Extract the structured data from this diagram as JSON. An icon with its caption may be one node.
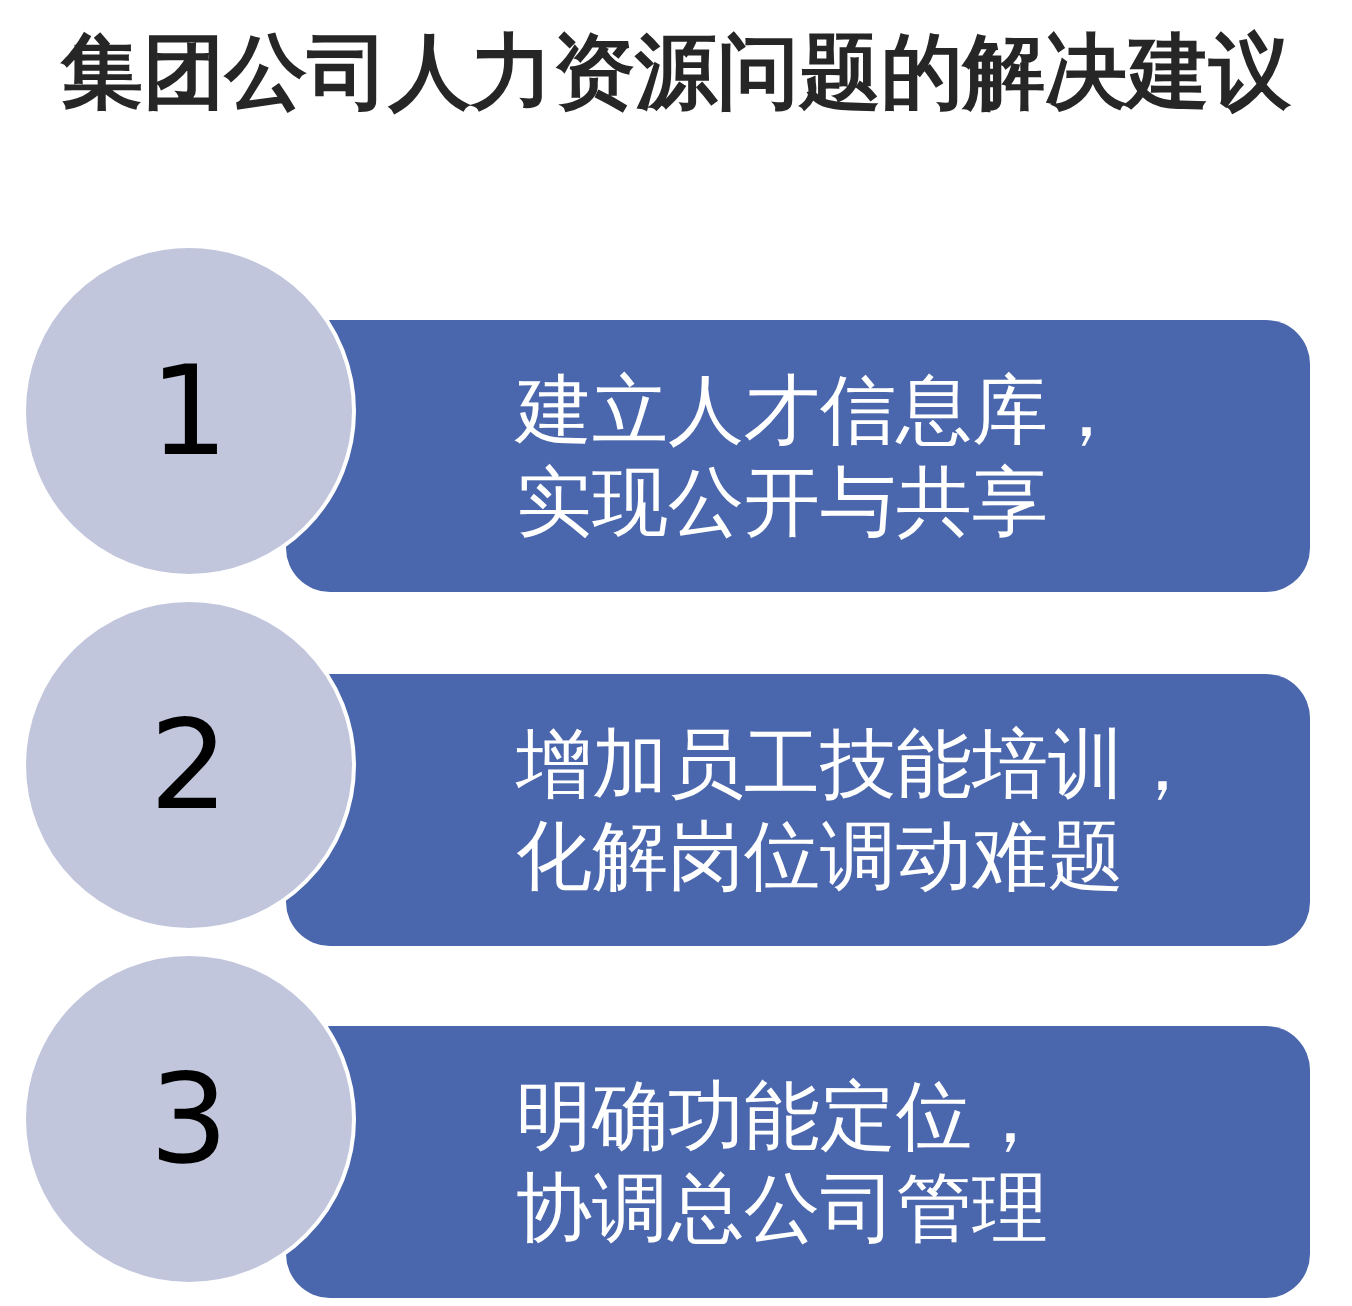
{
  "diagram": {
    "title": "集团公司人力资源问题的解决建议",
    "nodes": [
      {
        "text": [
          "1"
        ]
      },
      {
        "text": [
          "建立人才信息库，实现公开与共享"
        ]
      },
      {
        "text": [
          "2"
        ]
      },
      {
        "text": [
          "增加员工技能培训，化解岗位调动难题"
        ]
      },
      {
        "text": [
          "3"
        ]
      },
      {
        "text": [
          "明确功能定位，协调总公司管理"
        ]
      }
    ]
  }
}
